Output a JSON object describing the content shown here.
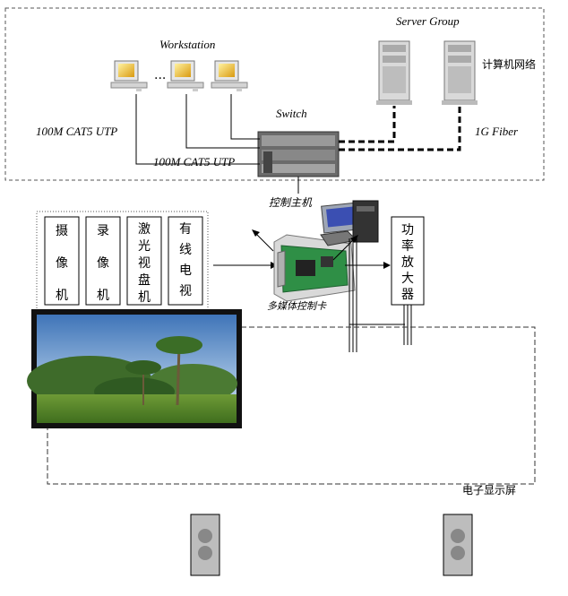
{
  "labels": {
    "workstation": "Workstation",
    "server_group": "Server Group",
    "computer_network": "计算机网络",
    "switch": "Switch",
    "utp_left": "100M CAT5 UTP",
    "utp_bottom": "100M CAT5 UTP",
    "fiber": "1G Fiber",
    "control_host": "控制主机",
    "media_card": "多媒体控制卡",
    "display_screen": "电子显示屏",
    "ellipsis": "..."
  },
  "devices": [
    [
      "摄",
      "像",
      "机"
    ],
    [
      "录",
      "像",
      "机"
    ],
    [
      "激",
      "光",
      "视",
      "盘",
      "机"
    ],
    [
      "有",
      "线",
      "电",
      "视"
    ]
  ],
  "amplifier": [
    "功",
    "率",
    "放",
    "大",
    "器"
  ],
  "colors": {
    "landscape_sky": "#5b8cc7",
    "landscape_grass": "#5c8a2c",
    "card_green": "#2f8f46"
  }
}
